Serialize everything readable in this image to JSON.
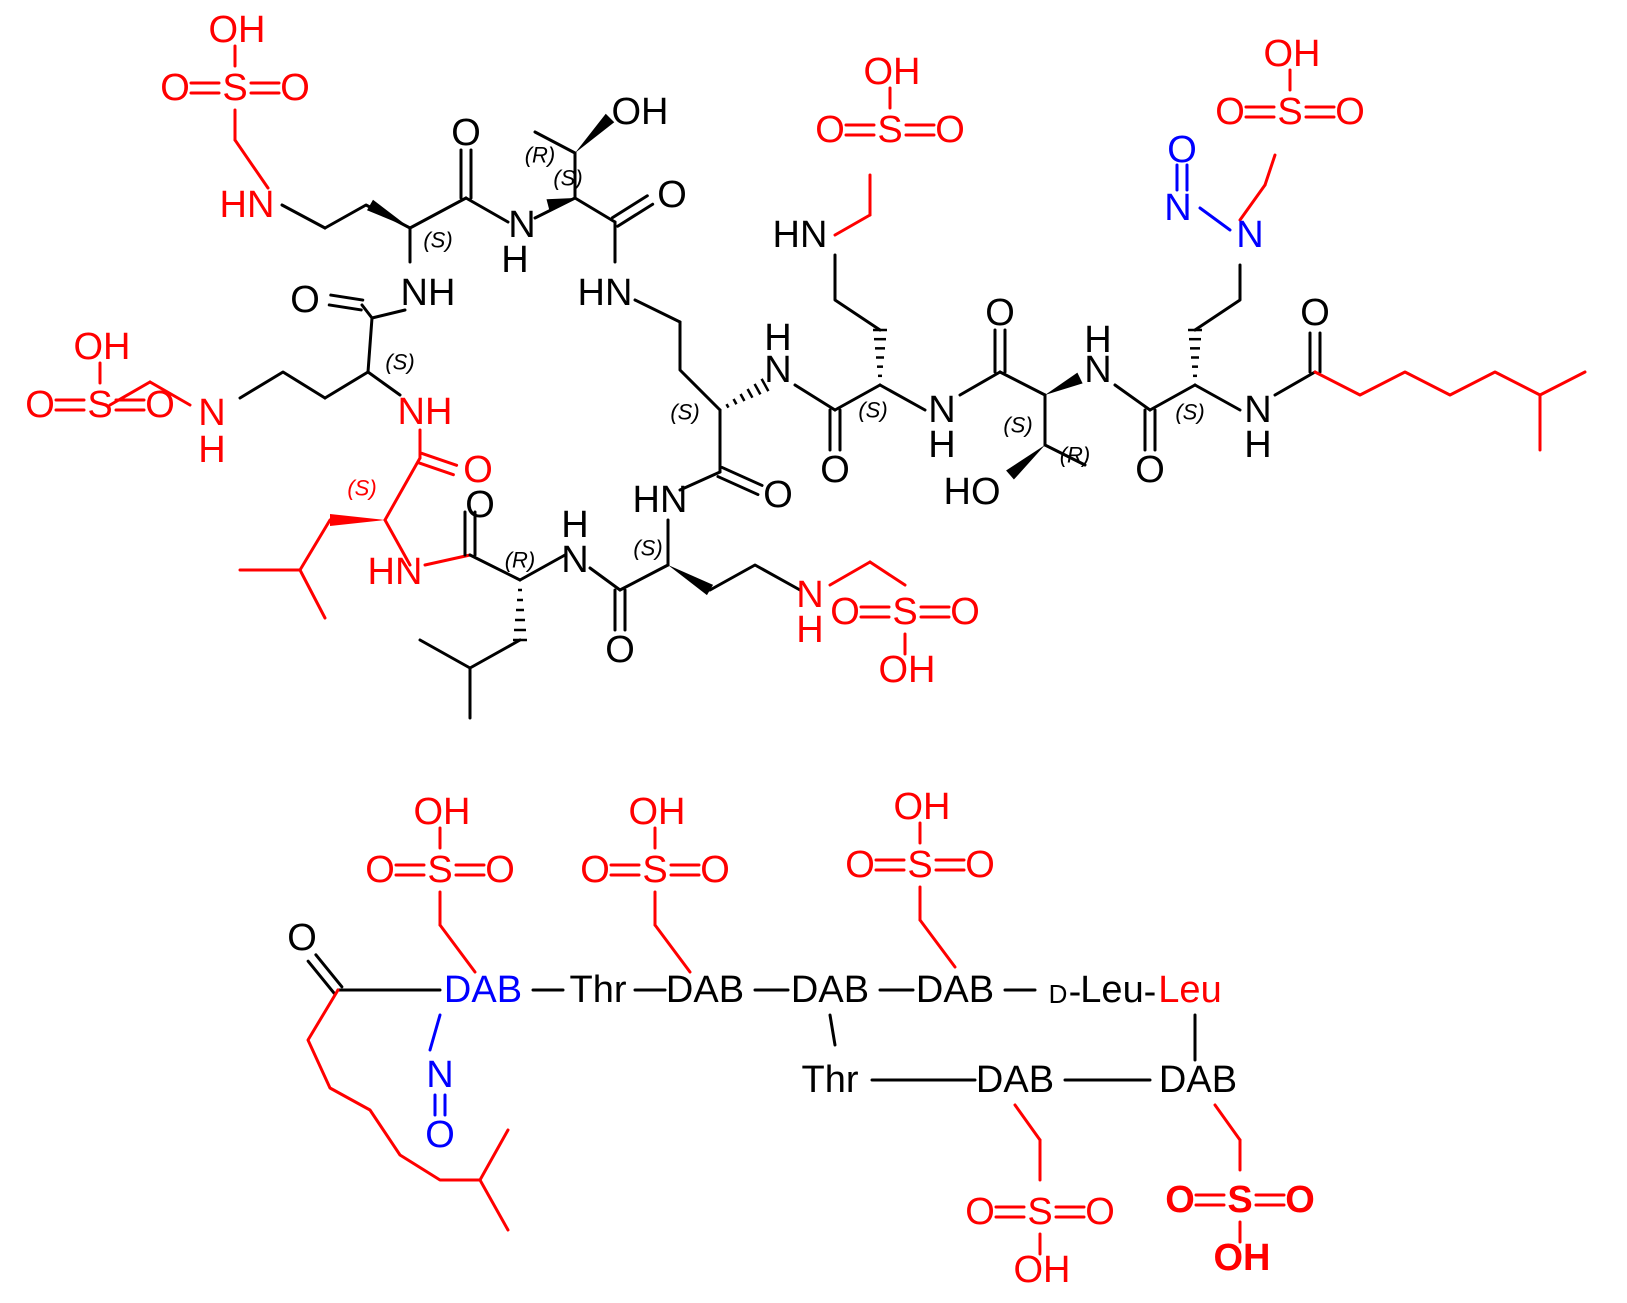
{
  "colors": {
    "black": "#000000",
    "red": "#ff0000",
    "blue": "#0000ff"
  },
  "atom_labels": {
    "OH": "OH",
    "HO": "HO",
    "O": "O",
    "S": "S",
    "N": "N",
    "H": "H",
    "NH": "NH",
    "HN": "HN"
  },
  "stereo_labels": {
    "S": "(S)",
    "R": "(R)"
  },
  "sequence_labels": {
    "DAB": "DAB",
    "Thr": "Thr",
    "Leu": "Leu",
    "D": "D",
    "dash": "-"
  }
}
